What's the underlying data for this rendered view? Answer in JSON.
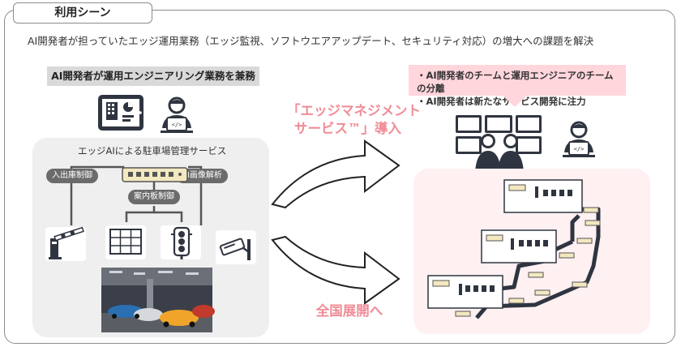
{
  "header": {
    "tab_label": "利用シーン"
  },
  "summary": "AI開発者が担っていたエッジ運用業務（エッジ監視、ソフトウエアアップデート、セキュリティ対応）の増大への課題を解決",
  "left": {
    "title": "AI開発者が運用エンジニアリング業務を兼務",
    "panel_title": "エッジAIによる駐車場管理サービス",
    "tags": {
      "entry": "入出庫制御",
      "analysis": "AI画像解析",
      "signage": "案内板制御"
    }
  },
  "right": {
    "bullets": [
      "・AI開発者のチームと運用エンジニアのチームの分離",
      "・AI開発者は新たなサービス開発に注力"
    ]
  },
  "arrows": {
    "top_label_line1": "「エッジマネジメント",
    "top_label_line2": "サービス™」導入",
    "bottom_label": "全国展開へ"
  },
  "colors": {
    "accent_pink": "#f08c96",
    "pink_bg": "#fff0f2",
    "pink_pill": "#ffd6dc",
    "gray_pill": "#d9d9d9",
    "gray_bg": "#efefef"
  },
  "icons": [
    "tablet-dashboard-icon",
    "developer-laptop-icon",
    "network-switch-icon",
    "parking-gate-icon",
    "signboard-grid-icon",
    "traffic-light-icon",
    "security-camera-icon",
    "parking-photo",
    "monitor-wall-icon",
    "operators-icon",
    "router-icon",
    "building-icon"
  ]
}
